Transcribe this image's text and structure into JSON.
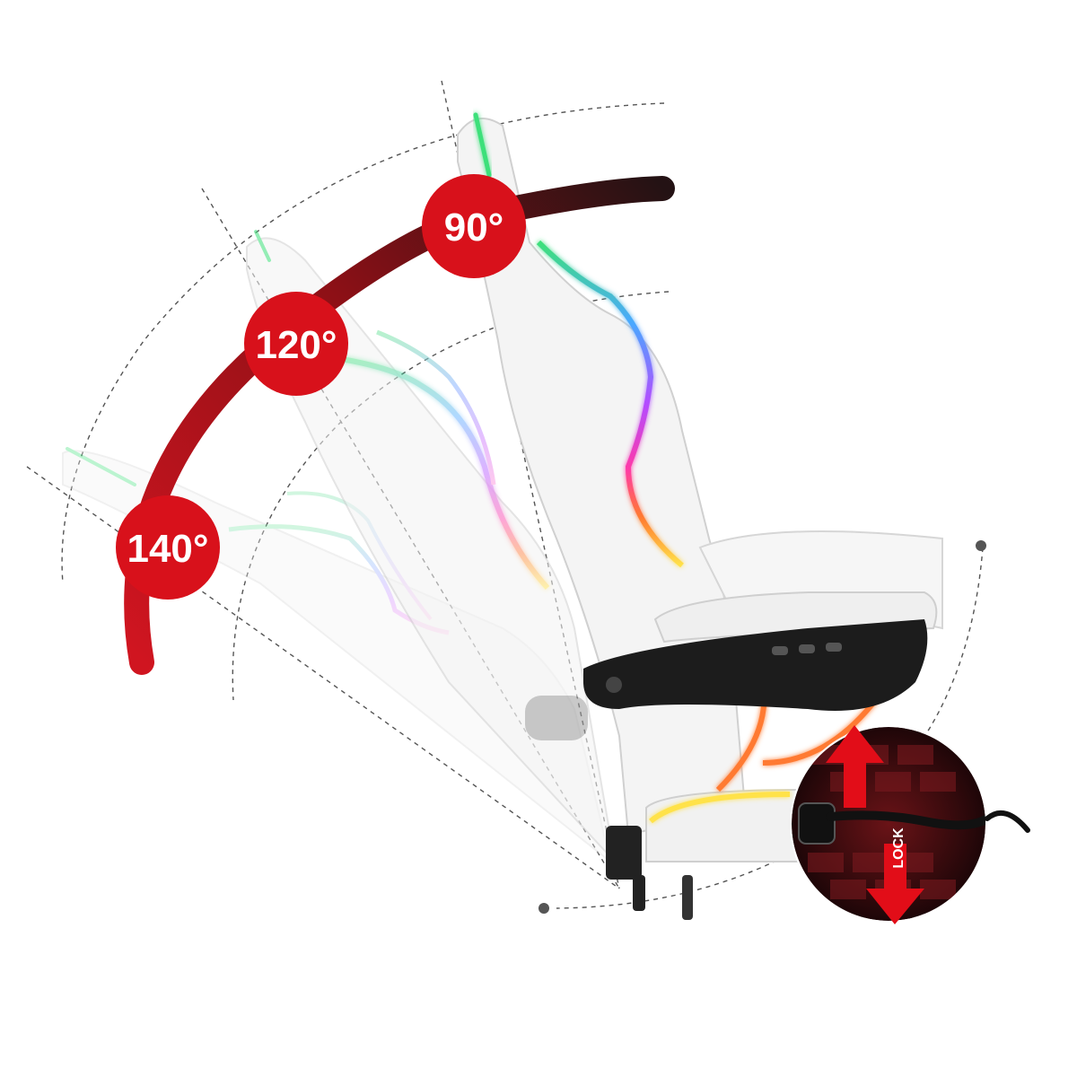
{
  "badges": {
    "angle_90": "90°",
    "angle_120": "120°",
    "angle_140": "140°"
  },
  "lock_label": "LOCK",
  "colors": {
    "accent_red": "#d8111b",
    "arc_dark": "#2a1214",
    "arc_red": "#c81720",
    "lock_circle": "#3a0b0e"
  },
  "icons": {
    "up_down_arrow": "up-down-arrow-icon"
  }
}
